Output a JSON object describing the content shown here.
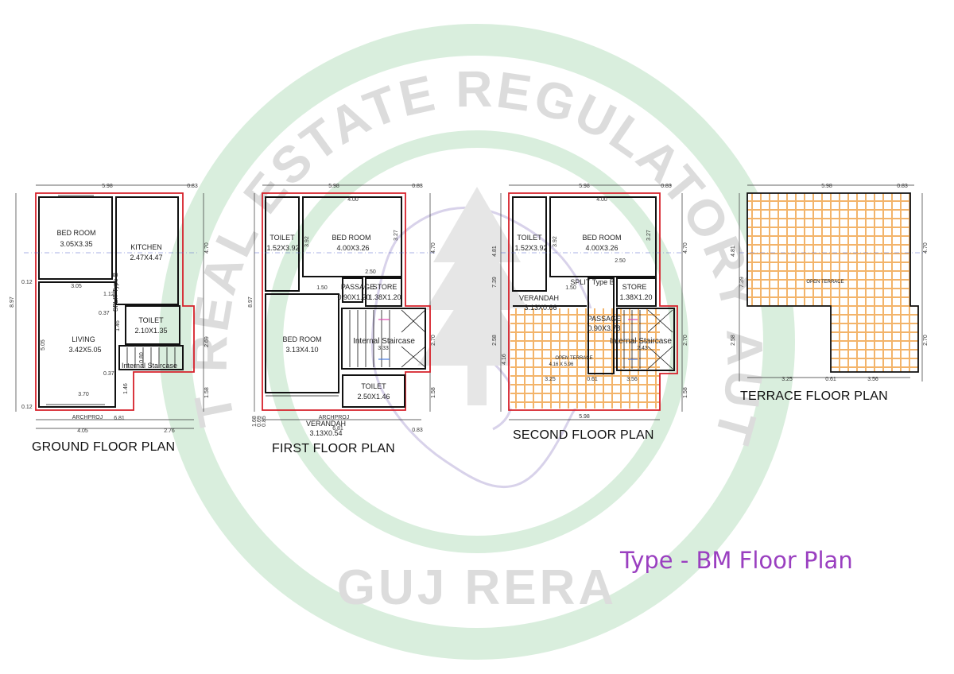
{
  "watermark": {
    "arc_text": "GUJARAT REAL ESTATE REGULATORY AUTHORITY",
    "bottom_text": "GUJ RERA",
    "ring_color": "#d9eedd",
    "text_color": "#dcdcdc"
  },
  "colors": {
    "wall": "#111111",
    "boundary": "#d6202a",
    "dim": "#333333",
    "terrace_tile": "#f3b46a",
    "accent_title": "#9a3fc0"
  },
  "titles": {
    "ground": "GROUND FLOOR PLAN",
    "first": "FIRST FLOOR PLAN",
    "second": "SECOND FLOOR PLAN",
    "terrace": "TERRACE FLOOR PLAN",
    "type": "Type - BM Floor Plan"
  },
  "ground": {
    "rooms": {
      "bedroom": {
        "name": "BED ROOM",
        "size": "3.05X3.35"
      },
      "kitchen": {
        "name": "KITCHEN",
        "size": "2.47X4.47"
      },
      "living": {
        "name": "LIVING",
        "size": "3.42X5.05"
      },
      "toilet": {
        "name": "TOILET",
        "size": "2.10X1.35"
      },
      "stair": "Internal Staircase",
      "split": "SPLIT Type B"
    },
    "dims": {
      "top": "5.98",
      "top_r": "0.83",
      "left_total": "8.97",
      "right_top": "4.70",
      "right_bot": "2.69",
      "right_min": "1.58",
      "b1": "4.05",
      "b2": "2.76",
      "b_mid": "6.81",
      "d305": "3.05",
      "d370": "3.70",
      "d505": "5.05",
      "d012a": "0.12",
      "d012b": "0.12",
      "d112": "1.12",
      "d037a": "0.37",
      "d037b": "0.37",
      "d146a": "1.46",
      "d146b": "1.46",
      "d080": "0.80",
      "archproj": "ARCHPROJ"
    }
  },
  "first": {
    "rooms": {
      "toilet1": {
        "name": "TOILET",
        "size": "1.52X3.92"
      },
      "bedroom1": {
        "name": "BED ROOM",
        "size": "4.00X3.26"
      },
      "passage": {
        "name": "PASSAGE",
        "size": "0.90X1.20"
      },
      "store": {
        "name": "STORE",
        "size": "1.38X1.20"
      },
      "bedroom2": {
        "name": "BED ROOM",
        "size": "3.13X4.10"
      },
      "toilet2": {
        "name": "TOILET",
        "size": "2.50X1.46"
      },
      "verandah": {
        "name": "VERANDAH",
        "size": "3.13X0.54"
      },
      "stair": "Internal Staircase"
    },
    "dims": {
      "top": "5.98",
      "top_r": "0.83",
      "d400": "4.00",
      "d250": "2.50",
      "d150": "1.50",
      "d333": "3.33",
      "d392": "3.92",
      "d327": "3.27",
      "left_total": "8.97",
      "right_top": "4.70",
      "right_mid": "2.70",
      "right_bot": "1.58",
      "bot_r": "0.83",
      "archproj": "ARCHPROJ",
      "d681": "6.81",
      "d085": "0.85",
      "d069": "0.69",
      "d168": "1.68"
    }
  },
  "second": {
    "rooms": {
      "toilet": {
        "name": "TOILET",
        "size": "1.52X3.92"
      },
      "bedroom": {
        "name": "BED ROOM",
        "size": "4.00X3.26"
      },
      "verandah": {
        "name": "VERANDAH",
        "size": "3.13X0.66"
      },
      "split": "SPLIT Type B",
      "store": {
        "name": "STORE",
        "size": "1.38X1.20"
      },
      "passage": {
        "name": "PASSAGE",
        "size": "0.90X3.78"
      },
      "open_terrace": {
        "name": "OPEN TERRACE",
        "size": "4.16 X 5.96"
      },
      "stair": "Internal Staircase"
    },
    "dims": {
      "top": "5.98",
      "top_r": "0.83",
      "d400": "4.00",
      "d250": "2.50",
      "d150": "1.50",
      "d392": "3.92",
      "d327": "3.27",
      "d243": "2.43",
      "left_a": "4.81",
      "left_b": "7.39",
      "left_c": "2.58",
      "left_d": "4.16",
      "right_top": "4.70",
      "right_mid": "2.70",
      "right_bot": "1.58",
      "d325": "3.25",
      "d061": "0.61",
      "d356": "3.56",
      "bottom": "5.98"
    }
  },
  "terrace": {
    "label": "OPEN TERRACE",
    "dims": {
      "top": "5.98",
      "top_r": "0.83",
      "left_a": "4.81",
      "left_b": "7.39",
      "left_c": "2.58",
      "right_top": "4.70",
      "right_bot": "2.70",
      "d325": "3.25",
      "d061": "0.61",
      "d356": "3.56"
    }
  }
}
